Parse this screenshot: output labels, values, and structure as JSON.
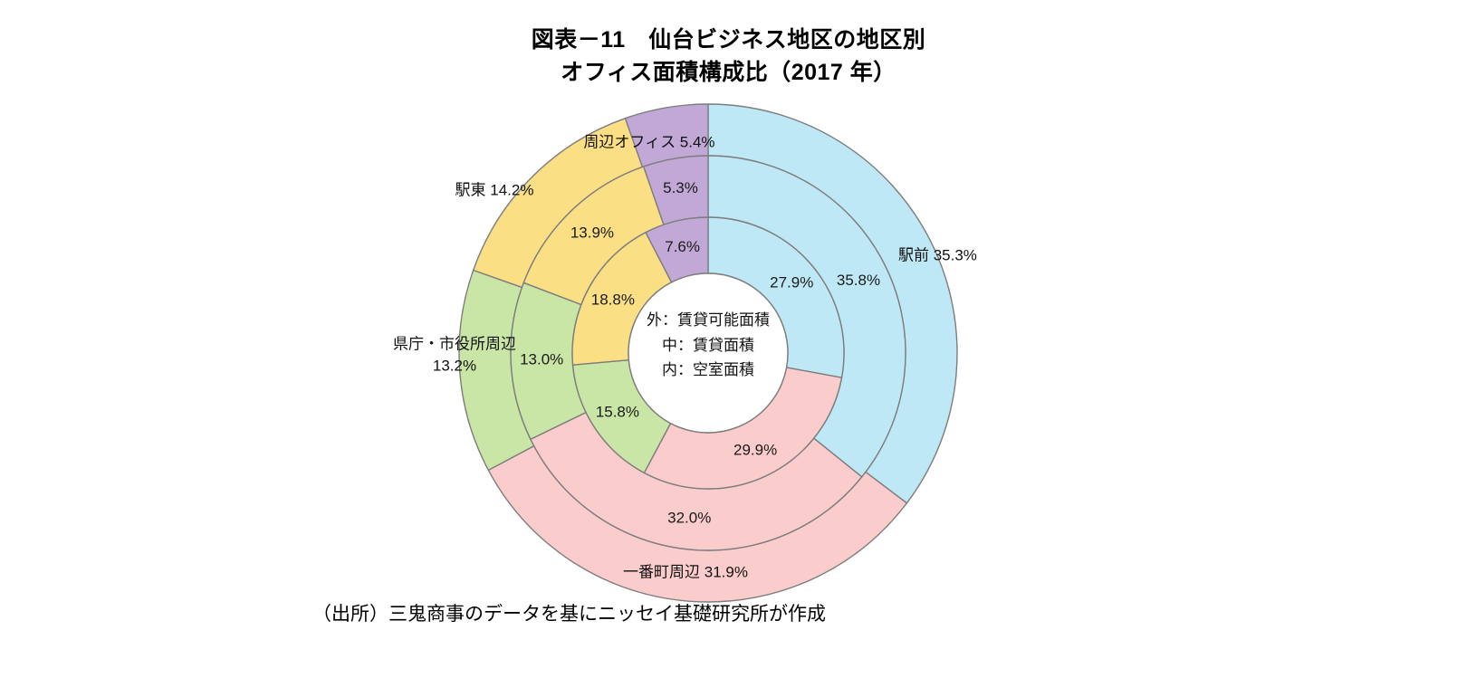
{
  "title": {
    "line1": "図表－11　仙台ビジネス地区の地区別",
    "line2": "オフィス面積構成比（2017 年）"
  },
  "center_legend": {
    "line1": "外：賃貸可能面積",
    "line2": "中：賃貸面積",
    "line3": "内：空室面積"
  },
  "source_note": "（出所）三鬼商事のデータを基にニッセイ基礎研究所が作成",
  "chart_data": {
    "type": "pie",
    "variant": "multi-ring-donut",
    "title": "図表－11　仙台ビジネス地区の地区別オフィス面積構成比（2017 年）",
    "start_angle_deg": 0,
    "direction": "clockwise",
    "ring_order": [
      "outer",
      "middle",
      "inner"
    ],
    "rings": [
      {
        "name": "outer",
        "label": "外：賃貸可能面積",
        "categories": [
          "駅前",
          "一番町周辺",
          "県庁・市役所周辺",
          "駅東",
          "周辺オフィス"
        ],
        "values": [
          35.3,
          31.9,
          13.2,
          14.2,
          5.4
        ],
        "value_labels": [
          "35.3%",
          "31.9%",
          "13.2%",
          "14.2%",
          "5.4%"
        ]
      },
      {
        "name": "middle",
        "label": "中：賃貸面積",
        "categories": [
          "駅前",
          "一番町周辺",
          "県庁・市役所周辺",
          "駅東",
          "周辺オフィス"
        ],
        "values": [
          35.8,
          32.0,
          13.0,
          13.9,
          5.3
        ],
        "value_labels": [
          "35.8%",
          "32.0%",
          "13.0%",
          "13.9%",
          "5.3%"
        ]
      },
      {
        "name": "inner",
        "label": "内：空室面積",
        "categories": [
          "駅前",
          "一番町周辺",
          "県庁・市役所周辺",
          "駅東",
          "周辺オフィス"
        ],
        "values": [
          27.9,
          29.9,
          15.8,
          18.8,
          7.6
        ],
        "value_labels": [
          "27.9%",
          "29.9%",
          "15.8%",
          "18.8%",
          "7.6%"
        ]
      }
    ],
    "colors": {
      "駅前": "#bfe8f7",
      "一番町周辺": "#fbcccc",
      "県庁・市役所周辺": "#c9e6a6",
      "駅東": "#fbdf85",
      "周辺オフィス": "#c2a8d6"
    },
    "outer_callouts": [
      {
        "category": "駅前",
        "text": "駅前 35.3%"
      },
      {
        "category": "一番町周辺",
        "text": "一番町周辺 31.9%"
      },
      {
        "category": "県庁・市役所周辺",
        "text": "県庁・市役所周辺",
        "text2": "13.2%"
      },
      {
        "category": "駅東",
        "text": "駅東 14.2%"
      },
      {
        "category": "周辺オフィス",
        "text": "周辺オフィス 5.4%"
      }
    ]
  }
}
